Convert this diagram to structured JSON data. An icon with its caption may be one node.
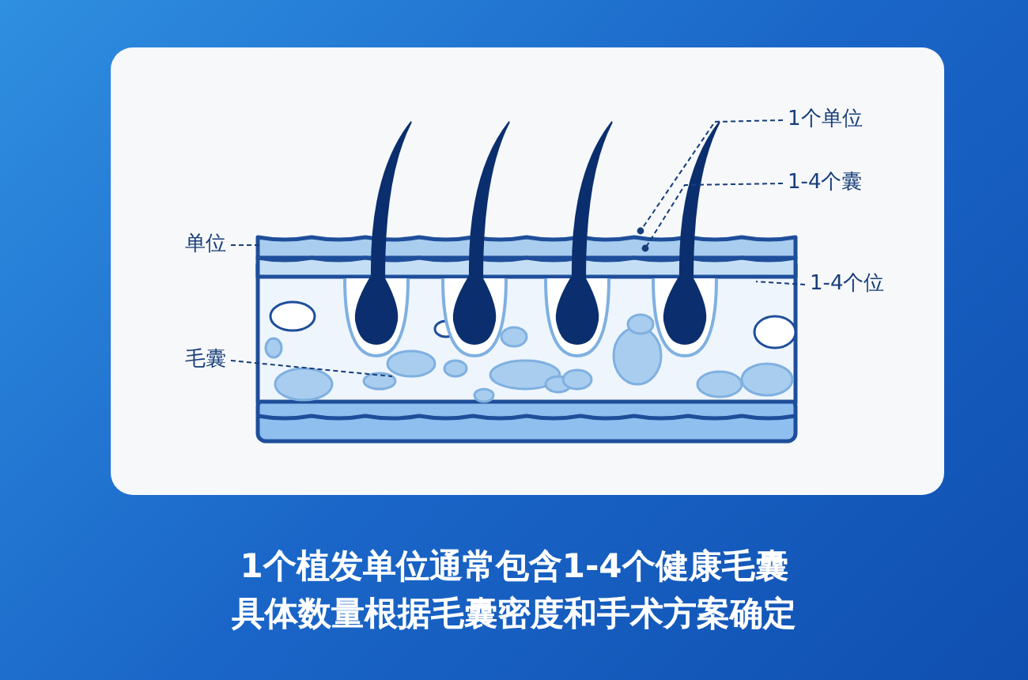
{
  "diagram": {
    "nodes": [
      {
        "text": [
          "1个单位"
        ]
      },
      {
        "text": [
          "1-4个囊"
        ]
      },
      {
        "text": [
          "单位"
        ]
      },
      {
        "text": [
          "1-4个位"
        ]
      },
      {
        "text": [
          "毛囊"
        ]
      }
    ],
    "edges": [
      {
        "from": 0,
        "to": null,
        "arrow": "other",
        "style": "dashed"
      },
      {
        "from": 1,
        "to": null,
        "arrow": "other",
        "style": "dashed"
      },
      {
        "from": 2,
        "to": null,
        "arrow": "none",
        "style": "dashed"
      },
      {
        "from": 3,
        "to": null,
        "arrow": "none",
        "style": "dashed"
      },
      {
        "from": 4,
        "to": null,
        "arrow": "none",
        "style": "dashed"
      }
    ],
    "labels": [
      "1个植发单位通常包含1-4个健康毛囊",
      "具体数量根据毛囊密度和手术方案确定"
    ]
  }
}
